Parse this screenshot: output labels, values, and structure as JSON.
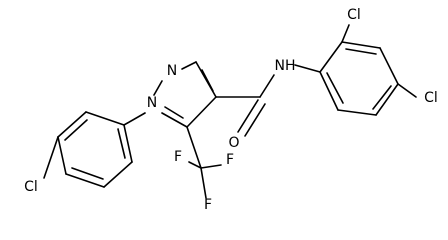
{
  "molecule": {
    "atoms": {
      "pyrazole_n2": "N",
      "pyrazole_n1": "N",
      "amide_nh": "NH",
      "amide_o": "O",
      "cl_top": "Cl",
      "cl_right": "Cl",
      "cl_left": "Cl",
      "f_a": "F",
      "f_b": "F",
      "f_c": "F"
    }
  }
}
